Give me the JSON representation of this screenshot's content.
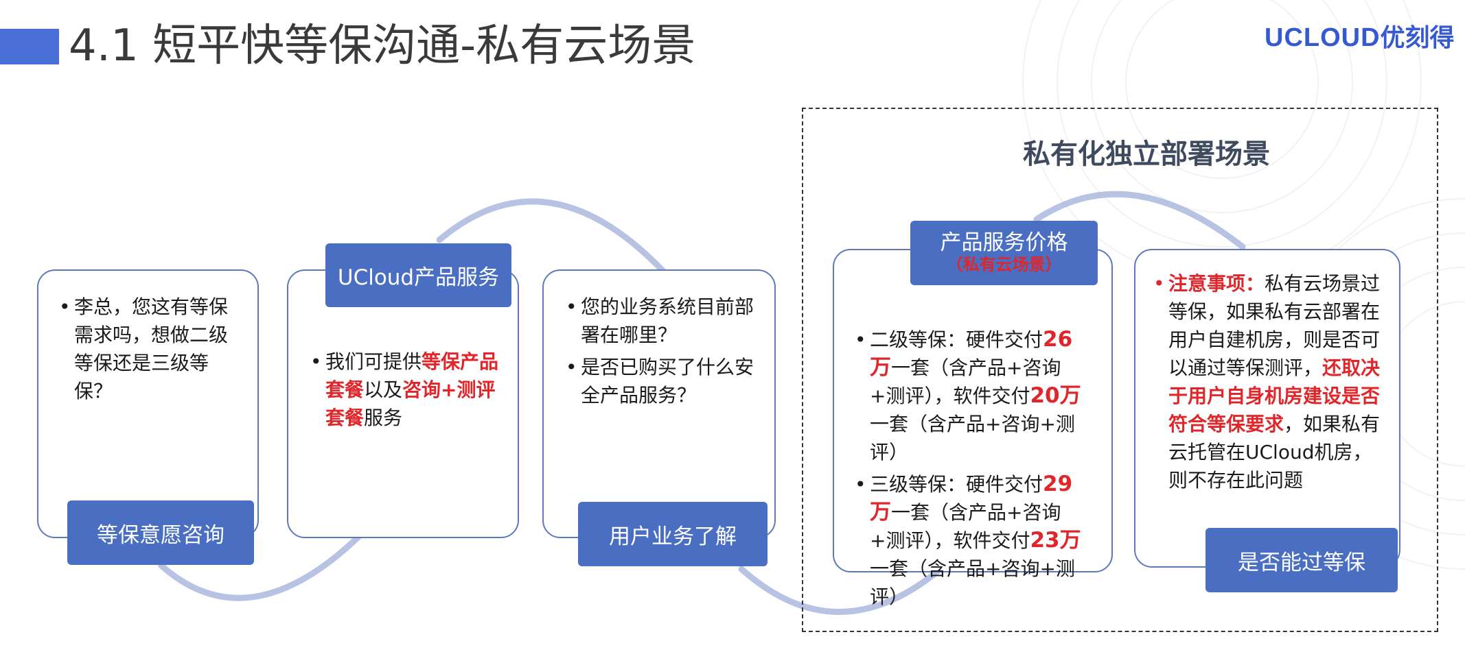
{
  "header": {
    "title": "4.1 短平快等保沟通-私有云场景",
    "logo_en": "UCLOUD",
    "logo_cn": "优刻得"
  },
  "stages": [
    {
      "label": "等保意愿咨询",
      "bullets": [
        "李总，您这有等保需求吗，想做二级等保还是三级等保？"
      ]
    },
    {
      "label": "UCloud产品服务",
      "bullet_parts": [
        "我们可提供",
        "等保产品套餐",
        "以及",
        "咨询+测评套餐",
        "服务"
      ]
    },
    {
      "label": "用户业务了解",
      "bullets": [
        "您的业务系统目前部署在哪里？",
        "是否已购买了什么安全产品服务？"
      ]
    },
    {
      "label": "产品服务价格",
      "label_sub": "（私有云场景）",
      "items": [
        {
          "a": "二级等保：硬件交付",
          "n1": "26万",
          "b": "一套（含产品+咨询+测评），软件交付",
          "n2": "20万",
          "c": "一套（含产品+咨询+测评）"
        },
        {
          "a": "三级等保：硬件交付",
          "n1": "29万",
          "b": "一套（含产品+咨询+测评），软件交付",
          "n2": "23万",
          "c": "一套（含产品+咨询+测评）"
        }
      ]
    },
    {
      "label": "是否能过等保",
      "note_parts": [
        "注意事项：",
        "私有云场景过等保，如果私有云部署在用户自建机房，则是否可以通过等保测评，",
        "还取决于用户自身机房建设是否符合等保要求",
        "，如果私有云托管在UCloud机房，则不存在此问题"
      ]
    }
  ],
  "dashed_title": "私有化独立部署场景",
  "colors": {
    "accent": "#4a6fc2",
    "title_bar": "#4a6fd6",
    "highlight": "#e0262a",
    "arc": "#b8c3e3",
    "card_border": "#5d78bf"
  }
}
